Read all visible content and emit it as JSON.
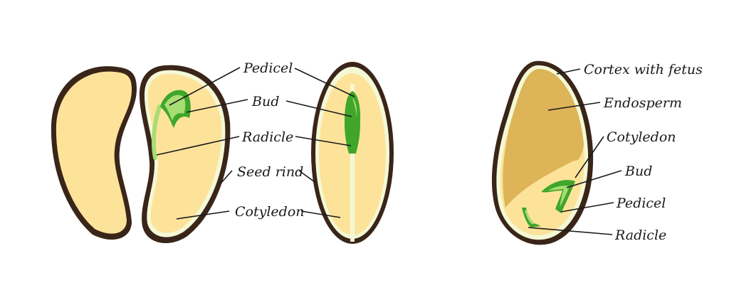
{
  "diagram": {
    "bean": {
      "labels": {
        "pedicel": "Pedicel",
        "bud": "Bud",
        "radicle": "Radicle",
        "seed_rind": "Seed rind",
        "cotyledon": "Cotyledon"
      }
    },
    "corn": {
      "labels": {
        "cortex": "Cortex with fetus",
        "endosperm": "Endosperm",
        "cotyledon": "Cotyledon",
        "bud": "Bud",
        "pedicel": "Pedicel",
        "radicle": "Radicle"
      }
    },
    "colors": {
      "outline": "#3a2519",
      "cotyledon_fill": "#fde39a",
      "rind_highlight": "#f4f8d6",
      "endosperm_fill": "#ddb457",
      "embryo_dark": "#3fa62b",
      "embryo_light": "#a8dd74"
    }
  }
}
